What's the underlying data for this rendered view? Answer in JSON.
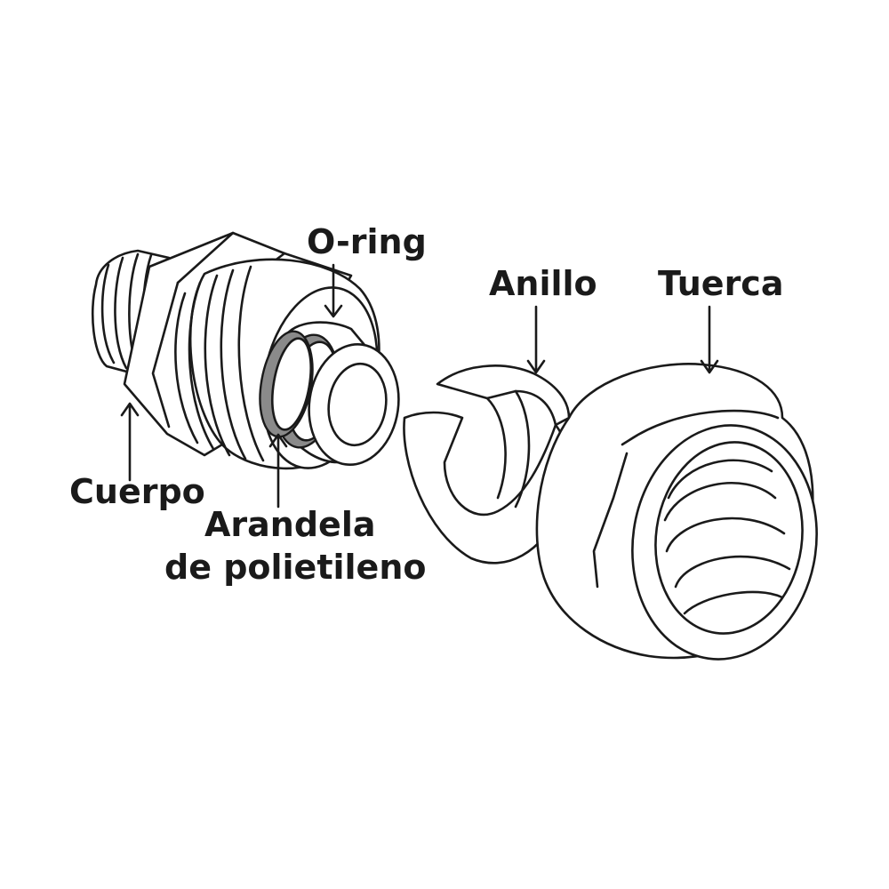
{
  "labels": {
    "oring": "O-ring",
    "anillo": "Anillo",
    "tuerca": "Tuerca",
    "cuerpo": "Cuerpo",
    "arandela_line1": "Arandela",
    "arandela_line2": "de polietileno"
  },
  "colors": {
    "line": "#1a1a1a",
    "washer": "#8a8a8a",
    "background": "#ffffff"
  }
}
